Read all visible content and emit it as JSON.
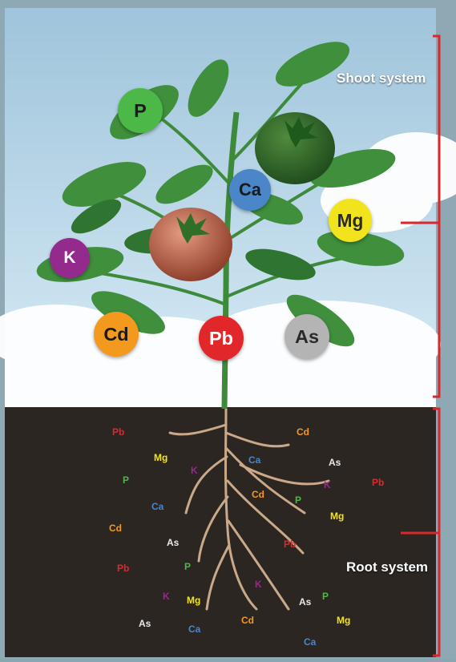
{
  "labels": {
    "shoot": "Shoot system",
    "root": "Root system"
  },
  "colors": {
    "P": "#4cb848",
    "Ca": "#4a86c8",
    "Mg": "#f2e41c",
    "K": "#952a8e",
    "Cd": "#f39a1e",
    "Pb": "#e2272b",
    "As": "#b4b4b4",
    "bracket": "#d8282b",
    "soil": "#2b2622",
    "sky": "#cfe5f1"
  },
  "shoot_nutrients": [
    {
      "id": "P",
      "label": "P"
    },
    {
      "id": "Ca",
      "label": "Ca"
    },
    {
      "id": "Mg",
      "label": "Mg"
    },
    {
      "id": "K",
      "label": "K"
    },
    {
      "id": "Cd",
      "label": "Cd"
    },
    {
      "id": "Pb",
      "label": "Pb"
    },
    {
      "id": "As",
      "label": "As"
    }
  ],
  "soil_elements": [
    "Pb",
    "Cd",
    "Mg",
    "K",
    "Ca",
    "As",
    "P",
    "Pb",
    "Cd",
    "K",
    "Ca",
    "P",
    "Mg",
    "Cd",
    "As",
    "Pb",
    "Pb",
    "P",
    "K",
    "Mg",
    "As",
    "P",
    "As",
    "Mg",
    "Ca",
    "Cd",
    "Ca",
    "K"
  ]
}
